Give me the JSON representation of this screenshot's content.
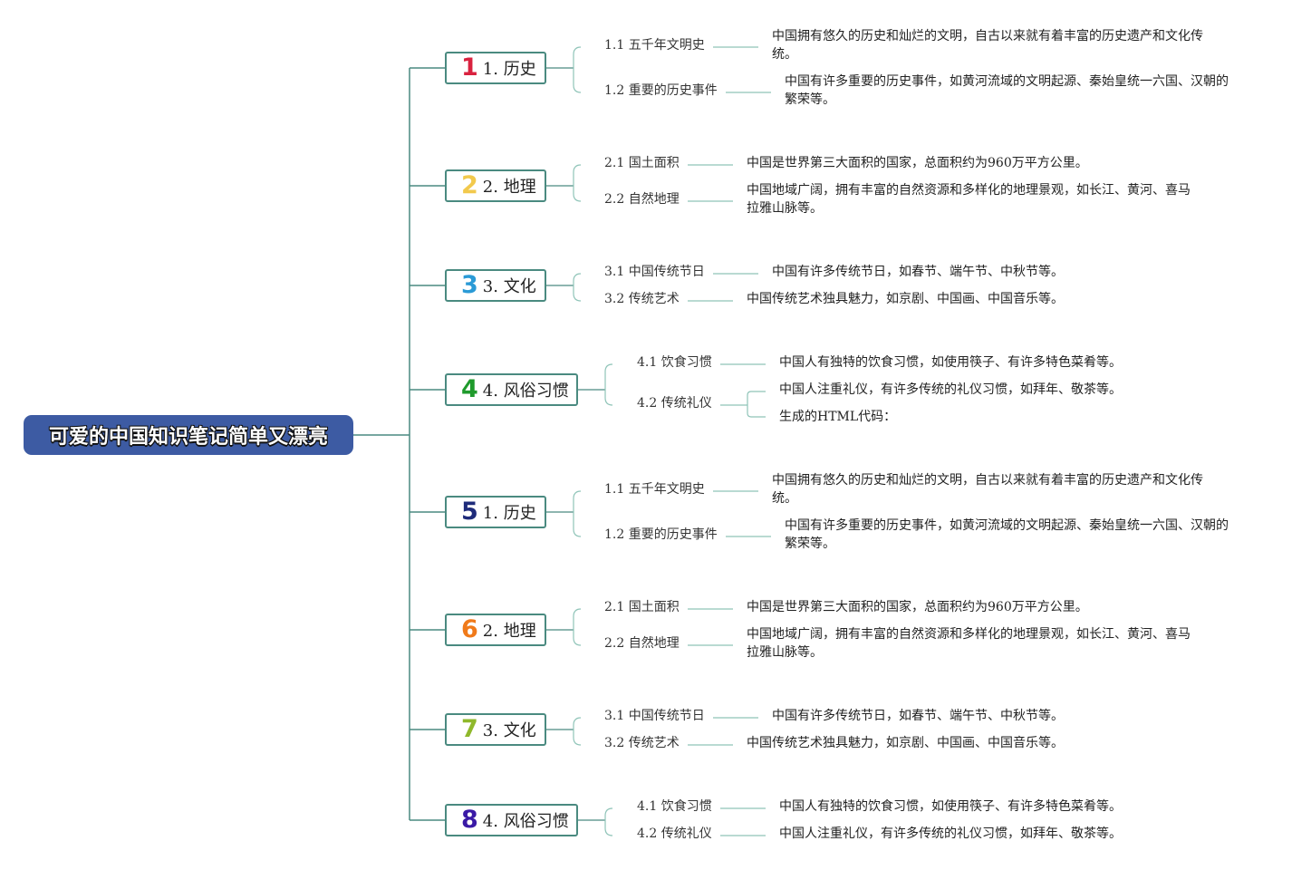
{
  "root": {
    "title": "可爱的中国知识笔记简单又漂亮"
  },
  "branches": [
    {
      "num": "1",
      "color": "#d9223f",
      "label": "1. 历史",
      "subs": [
        {
          "label": "1.1 五千年文明史",
          "descs": [
            "中国拥有悠久的历史和灿烂的文明，自古以来就有着丰富的历史遗产和文化传统。"
          ]
        },
        {
          "label": "1.2 重要的历史事件",
          "descs": [
            "中国有许多重要的历史事件，如黄河流域的文明起源、秦始皇统一六国、汉朝的繁荣等。"
          ]
        }
      ]
    },
    {
      "num": "2",
      "color": "#f2c94c",
      "label": "2. 地理",
      "subs": [
        {
          "label": "2.1 国土面积",
          "descs": [
            "中国是世界第三大面积的国家，总面积约为960万平方公里。"
          ]
        },
        {
          "label": "2.2 自然地理",
          "descs": [
            "中国地域广阔，拥有丰富的自然资源和多样化的地理景观，如长江、黄河、喜马拉雅山脉等。"
          ]
        }
      ]
    },
    {
      "num": "3",
      "color": "#2a9ad6",
      "label": "3. 文化",
      "subs": [
        {
          "label": "3.1 中国传统节日",
          "descs": [
            "中国有许多传统节日，如春节、端午节、中秋节等。"
          ]
        },
        {
          "label": "3.2 传统艺术",
          "descs": [
            "中国传统艺术独具魅力，如京剧、中国画、中国音乐等。"
          ]
        }
      ]
    },
    {
      "num": "4",
      "color": "#1f9a2c",
      "label": "4. 风俗习惯",
      "subs": [
        {
          "label": "4.1 饮食习惯",
          "descs": [
            "中国人有独特的饮食习惯，如使用筷子、有许多特色菜肴等。"
          ]
        },
        {
          "label": "4.2 传统礼仪",
          "descs": [
            "中国人注重礼仪，有许多传统的礼仪习惯，如拜年、敬茶等。",
            "生成的HTML代码："
          ]
        }
      ]
    },
    {
      "num": "5",
      "color": "#1e2b7a",
      "label": "1. 历史",
      "subs": [
        {
          "label": "1.1 五千年文明史",
          "descs": [
            "中国拥有悠久的历史和灿烂的文明，自古以来就有着丰富的历史遗产和文化传统。"
          ]
        },
        {
          "label": "1.2 重要的历史事件",
          "descs": [
            "中国有许多重要的历史事件，如黄河流域的文明起源、秦始皇统一六国、汉朝的繁荣等。"
          ]
        }
      ]
    },
    {
      "num": "6",
      "color": "#f07a1a",
      "label": "2. 地理",
      "subs": [
        {
          "label": "2.1 国土面积",
          "descs": [
            "中国是世界第三大面积的国家，总面积约为960万平方公里。"
          ]
        },
        {
          "label": "2.2 自然地理",
          "descs": [
            "中国地域广阔，拥有丰富的自然资源和多样化的地理景观，如长江、黄河、喜马拉雅山脉等。"
          ]
        }
      ]
    },
    {
      "num": "7",
      "color": "#8fb82b",
      "label": "3. 文化",
      "subs": [
        {
          "label": "3.1 中国传统节日",
          "descs": [
            "中国有许多传统节日，如春节、端午节、中秋节等。"
          ]
        },
        {
          "label": "3.2 传统艺术",
          "descs": [
            "中国传统艺术独具魅力，如京剧、中国画、中国音乐等。"
          ]
        }
      ]
    },
    {
      "num": "8",
      "color": "#3a1aa6",
      "label": "4. 风俗习惯",
      "subs": [
        {
          "label": "4.1 饮食习惯",
          "descs": [
            "中国人有独特的饮食习惯，如使用筷子、有许多特色菜肴等。"
          ]
        },
        {
          "label": "4.2 传统礼仪",
          "descs": [
            "中国人注重礼仪，有许多传统的礼仪习惯，如拜年、敬茶等。"
          ]
        }
      ]
    }
  ],
  "colors": {
    "line": "#4a8a80",
    "leaf_line": "#8fc4b8",
    "root_bg": "#3d5ba3"
  }
}
